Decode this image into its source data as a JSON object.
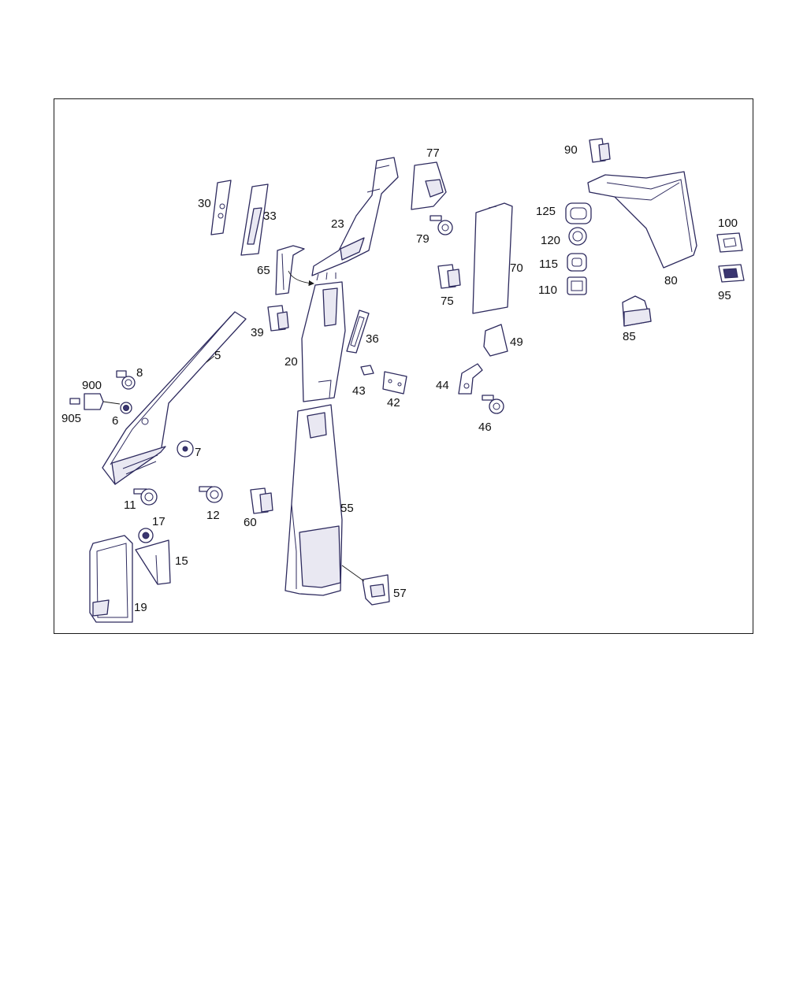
{
  "diagram": {
    "callouts": [
      {
        "key": "p5",
        "label": "5"
      },
      {
        "key": "p6",
        "label": "6"
      },
      {
        "key": "p7",
        "label": "7"
      },
      {
        "key": "p8",
        "label": "8"
      },
      {
        "key": "p11",
        "label": "11"
      },
      {
        "key": "p12",
        "label": "12"
      },
      {
        "key": "p15",
        "label": "15"
      },
      {
        "key": "p17",
        "label": "17"
      },
      {
        "key": "p19",
        "label": "19"
      },
      {
        "key": "p20",
        "label": "20"
      },
      {
        "key": "p23",
        "label": "23"
      },
      {
        "key": "p30",
        "label": "30"
      },
      {
        "key": "p33",
        "label": "33"
      },
      {
        "key": "p36",
        "label": "36"
      },
      {
        "key": "p39",
        "label": "39"
      },
      {
        "key": "p42",
        "label": "42"
      },
      {
        "key": "p43",
        "label": "43"
      },
      {
        "key": "p44",
        "label": "44"
      },
      {
        "key": "p46",
        "label": "46"
      },
      {
        "key": "p49",
        "label": "49"
      },
      {
        "key": "p55",
        "label": "55"
      },
      {
        "key": "p57",
        "label": "57"
      },
      {
        "key": "p60",
        "label": "60"
      },
      {
        "key": "p65",
        "label": "65"
      },
      {
        "key": "p70",
        "label": "70"
      },
      {
        "key": "p75",
        "label": "75"
      },
      {
        "key": "p77",
        "label": "77"
      },
      {
        "key": "p79",
        "label": "79"
      },
      {
        "key": "p80",
        "label": "80"
      },
      {
        "key": "p85",
        "label": "85"
      },
      {
        "key": "p90",
        "label": "90"
      },
      {
        "key": "p95",
        "label": "95"
      },
      {
        "key": "p100",
        "label": "100"
      },
      {
        "key": "p110",
        "label": "110"
      },
      {
        "key": "p115",
        "label": "115"
      },
      {
        "key": "p120",
        "label": "120"
      },
      {
        "key": "p125",
        "label": "125"
      },
      {
        "key": "p900",
        "label": "900"
      },
      {
        "key": "p905",
        "label": "905"
      }
    ]
  }
}
